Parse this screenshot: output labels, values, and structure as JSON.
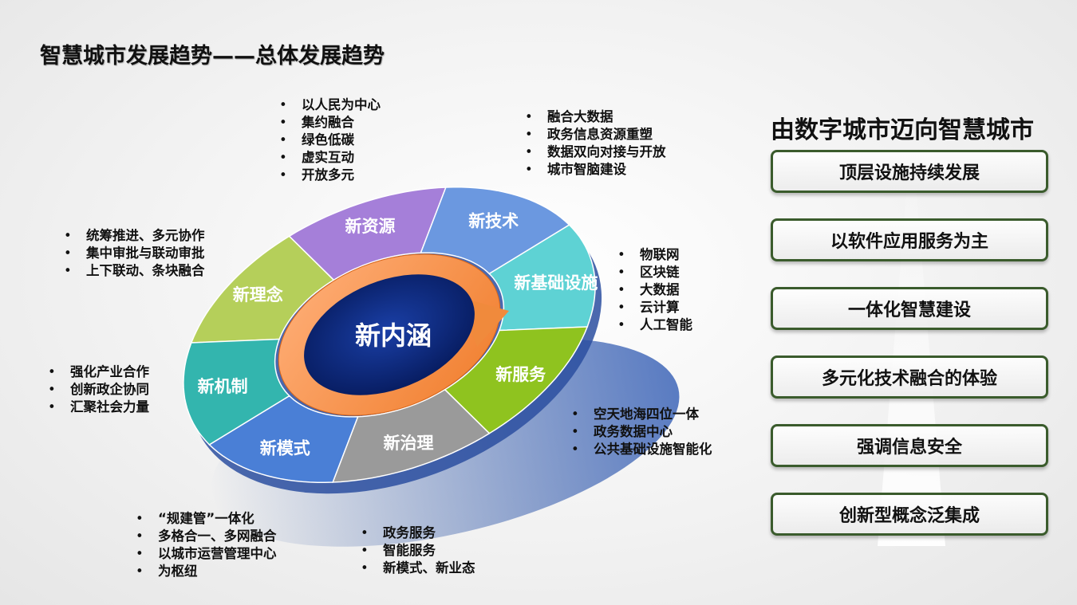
{
  "title": "智慧城市发展趋势——总体发展趋势",
  "center_label": "新内涵",
  "segments": [
    {
      "label": "新理念",
      "color": "#b5cf5a"
    },
    {
      "label": "新资源",
      "color": "#a57fd9"
    },
    {
      "label": "新技术",
      "color": "#6b98e0"
    },
    {
      "label": "新基础设施",
      "color": "#5ed2d4"
    },
    {
      "label": "新服务",
      "color": "#8fc31f"
    },
    {
      "label": "新治理",
      "color": "#9a9a9a"
    },
    {
      "label": "新模式",
      "color": "#4a7fd6"
    },
    {
      "label": "新机制",
      "color": "#33b5ae"
    }
  ],
  "bullets": {
    "concept": [
      "以人民为中心",
      "集约融合",
      "绿色低碳",
      "虚实互动",
      "开放多元"
    ],
    "resource": [
      "融合大数据",
      "政务信息资源重塑",
      "数据双向对接与开放",
      "城市智脑建设"
    ],
    "tech": [
      "物联网",
      "区块链",
      "大数据",
      "云计算",
      "人工智能"
    ],
    "infra": [
      "空天地海四位一体",
      "政务数据中心",
      "公共基础设施智能化"
    ],
    "service": [
      "政务服务",
      "智能服务",
      "新模式、新业态"
    ],
    "governance": [
      "“规建管”一体化",
      "多格合一、多网融合",
      "以城市运营管理中心",
      "为枢纽"
    ],
    "model": [
      "强化产业合作",
      "创新政企协同",
      "汇聚社会力量"
    ],
    "mechanism": [
      "统筹推进、多元协作",
      "集中审批与联动审批",
      "上下联动、条块融合"
    ]
  },
  "right_panel": {
    "title": "由数字城市迈向智慧城市",
    "items": [
      "顶层设施持续发展",
      "以软件应用服务为主",
      "一体化智慧建设",
      "多元化技术融合的体验",
      "强调信息安全",
      "创新型概念泛集成"
    ],
    "border_color": "#3a5b2c"
  }
}
